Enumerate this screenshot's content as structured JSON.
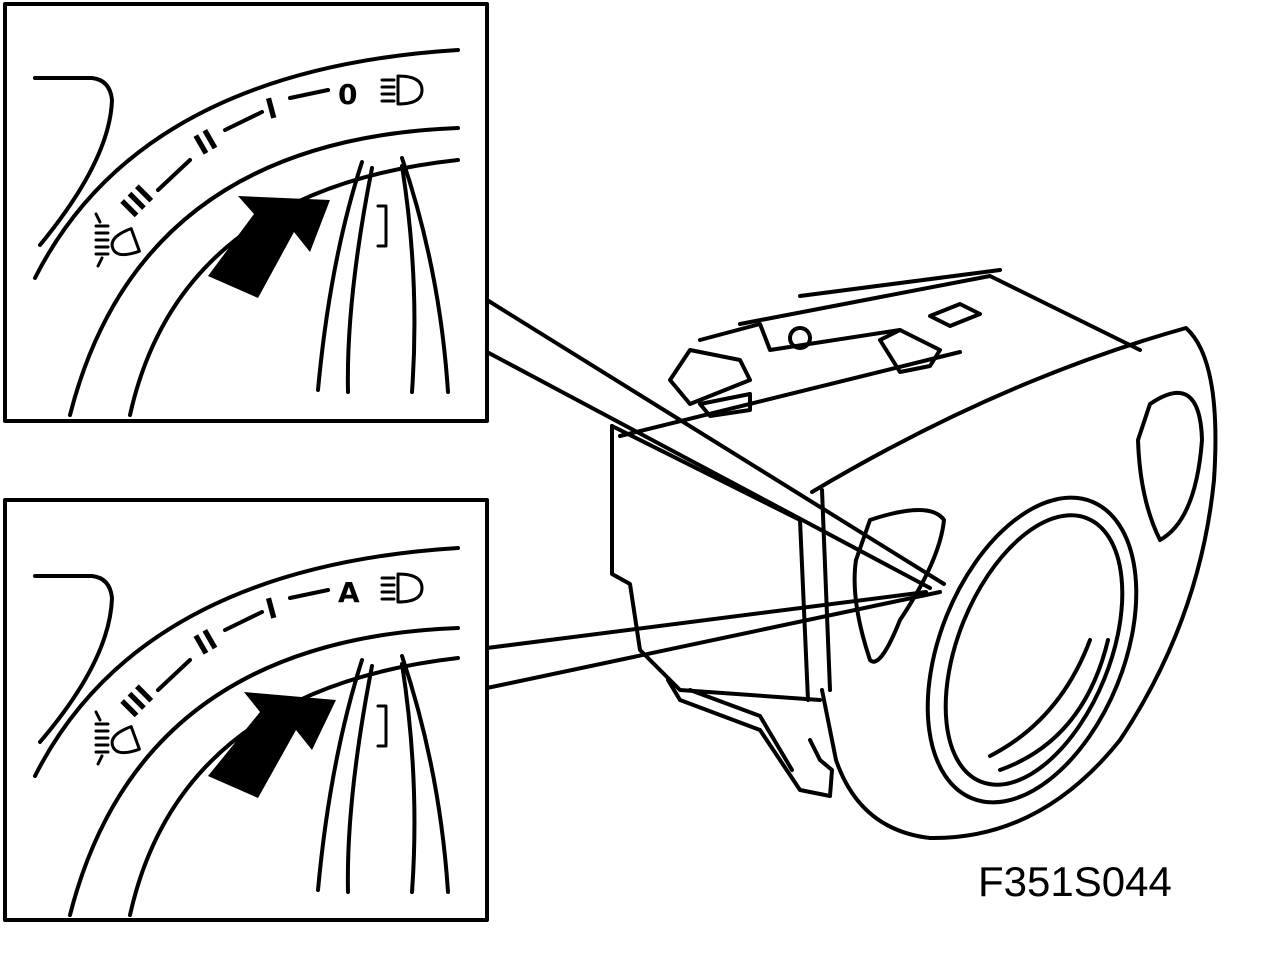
{
  "figure_code": "F351S044",
  "insets": [
    {
      "position_marks": [
        "III",
        "II",
        "I",
        "0"
      ],
      "low_beam_icon": "headlight-low-beam-icon",
      "range_icon": "headlight-range-adjust-icon",
      "arrow_icon": "pointer-arrow-icon"
    },
    {
      "position_marks": [
        "III",
        "II",
        "I",
        "A"
      ],
      "low_beam_icon": "headlight-low-beam-icon",
      "range_icon": "headlight-range-adjust-icon",
      "arrow_icon": "pointer-arrow-icon"
    }
  ],
  "colors": {
    "line": "#000000",
    "background": "#ffffff"
  }
}
